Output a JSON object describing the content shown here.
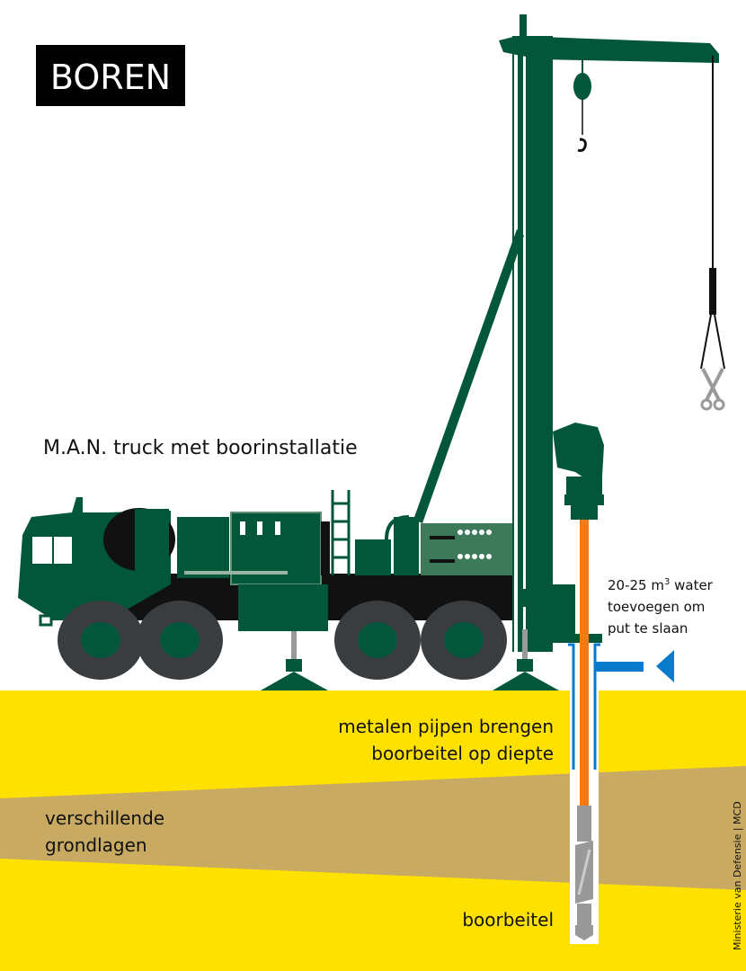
{
  "title": "BOREN",
  "labels": {
    "truck": "M.A.N. truck met boorinstallatie",
    "water_line1": "20-25 m",
    "water_sup": "3",
    "water_line1_end": " water",
    "water_line2": "toevoegen om",
    "water_line3": "put te slaan",
    "pipes_line1": "metalen pijpen brengen",
    "pipes_line2": "boorbeitel op diepte",
    "layers_line1": "verschillende",
    "layers_line2": "grondlagen",
    "bit": "boorbeitel"
  },
  "credit": "Ministerie van Defensie | MCD",
  "colors": {
    "green": "#02573A",
    "ground_yellow": "#FFE100",
    "ground_brown": "#C8AA62",
    "pipe_orange": "#F57A10",
    "water_blue": "#0A7ACC",
    "tire": "#3A3D3F",
    "steel": "#999999"
  }
}
